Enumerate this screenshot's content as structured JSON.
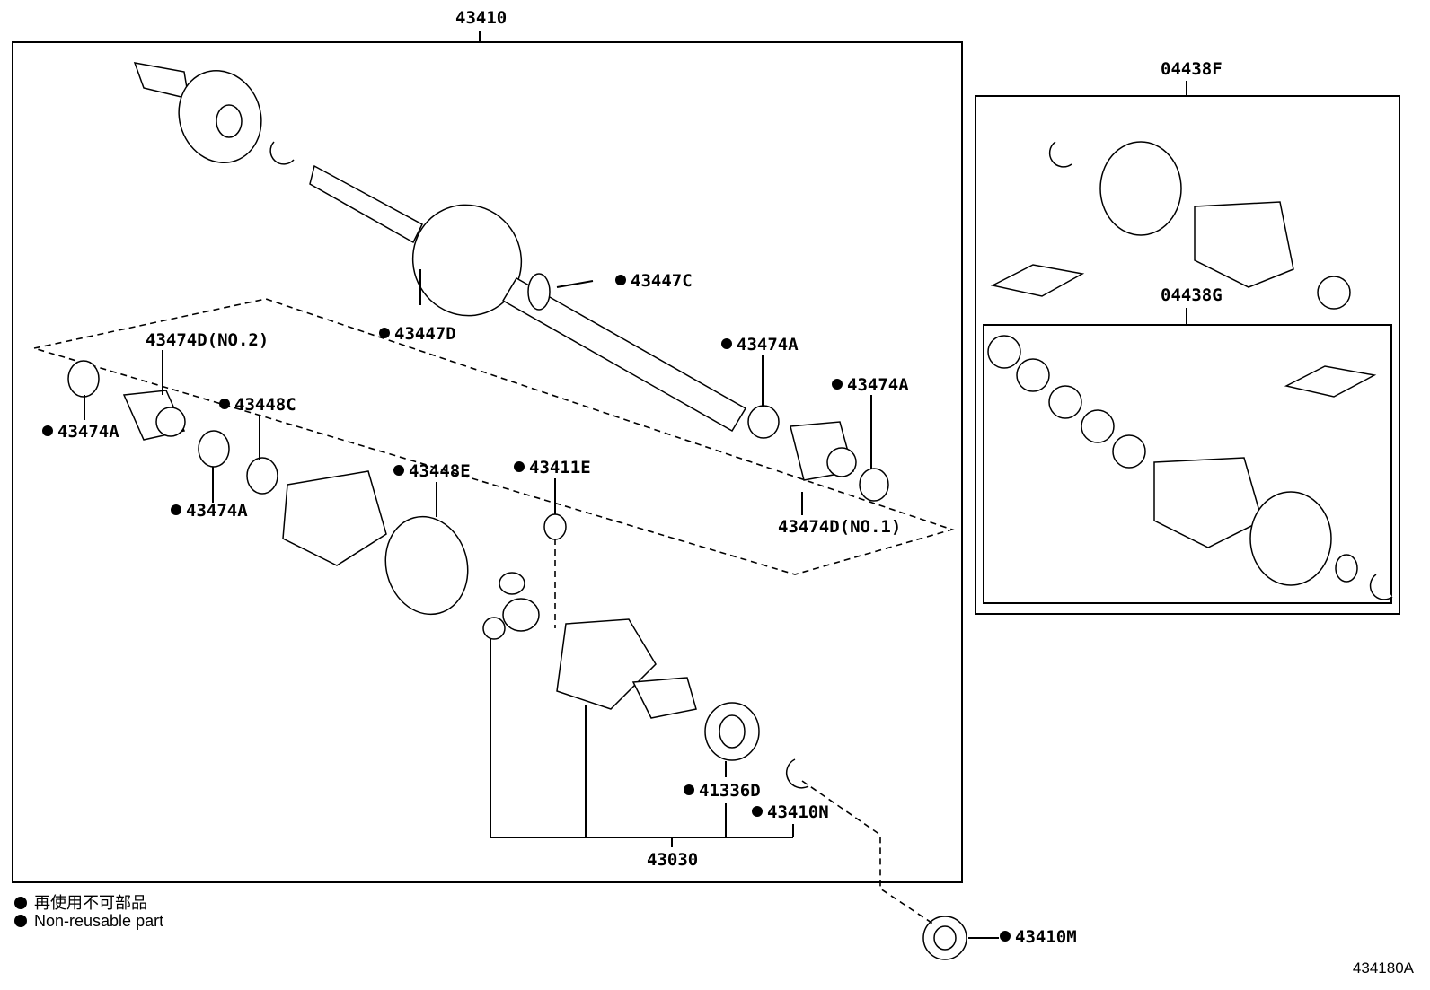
{
  "diagram": {
    "groups": {
      "main_assembly": "43410",
      "boot_kit_outer": "04438F",
      "boot_kit_inner": "04438G",
      "inboard_joint": "43030"
    },
    "parts": {
      "p43447C": "43447C",
      "p43447D": "43447D",
      "p43474D_no2": "43474D(NO.2)",
      "p43474A_top_right": "43474A",
      "p43474A_far_right": "43474A",
      "p43448C": "43448C",
      "p43474A_left": "43474A",
      "p43448E": "43448E",
      "p43411E": "43411E",
      "p43474A_lower_left": "43474A",
      "p43474D_no1": "43474D(NO.1)",
      "p41336D": "41336D",
      "p43410N": "43410N",
      "p43410M": "43410M"
    },
    "legend": {
      "line1": "再使用不可部品",
      "line2": "Non-reusable part"
    },
    "illustration_code": "434180A"
  }
}
